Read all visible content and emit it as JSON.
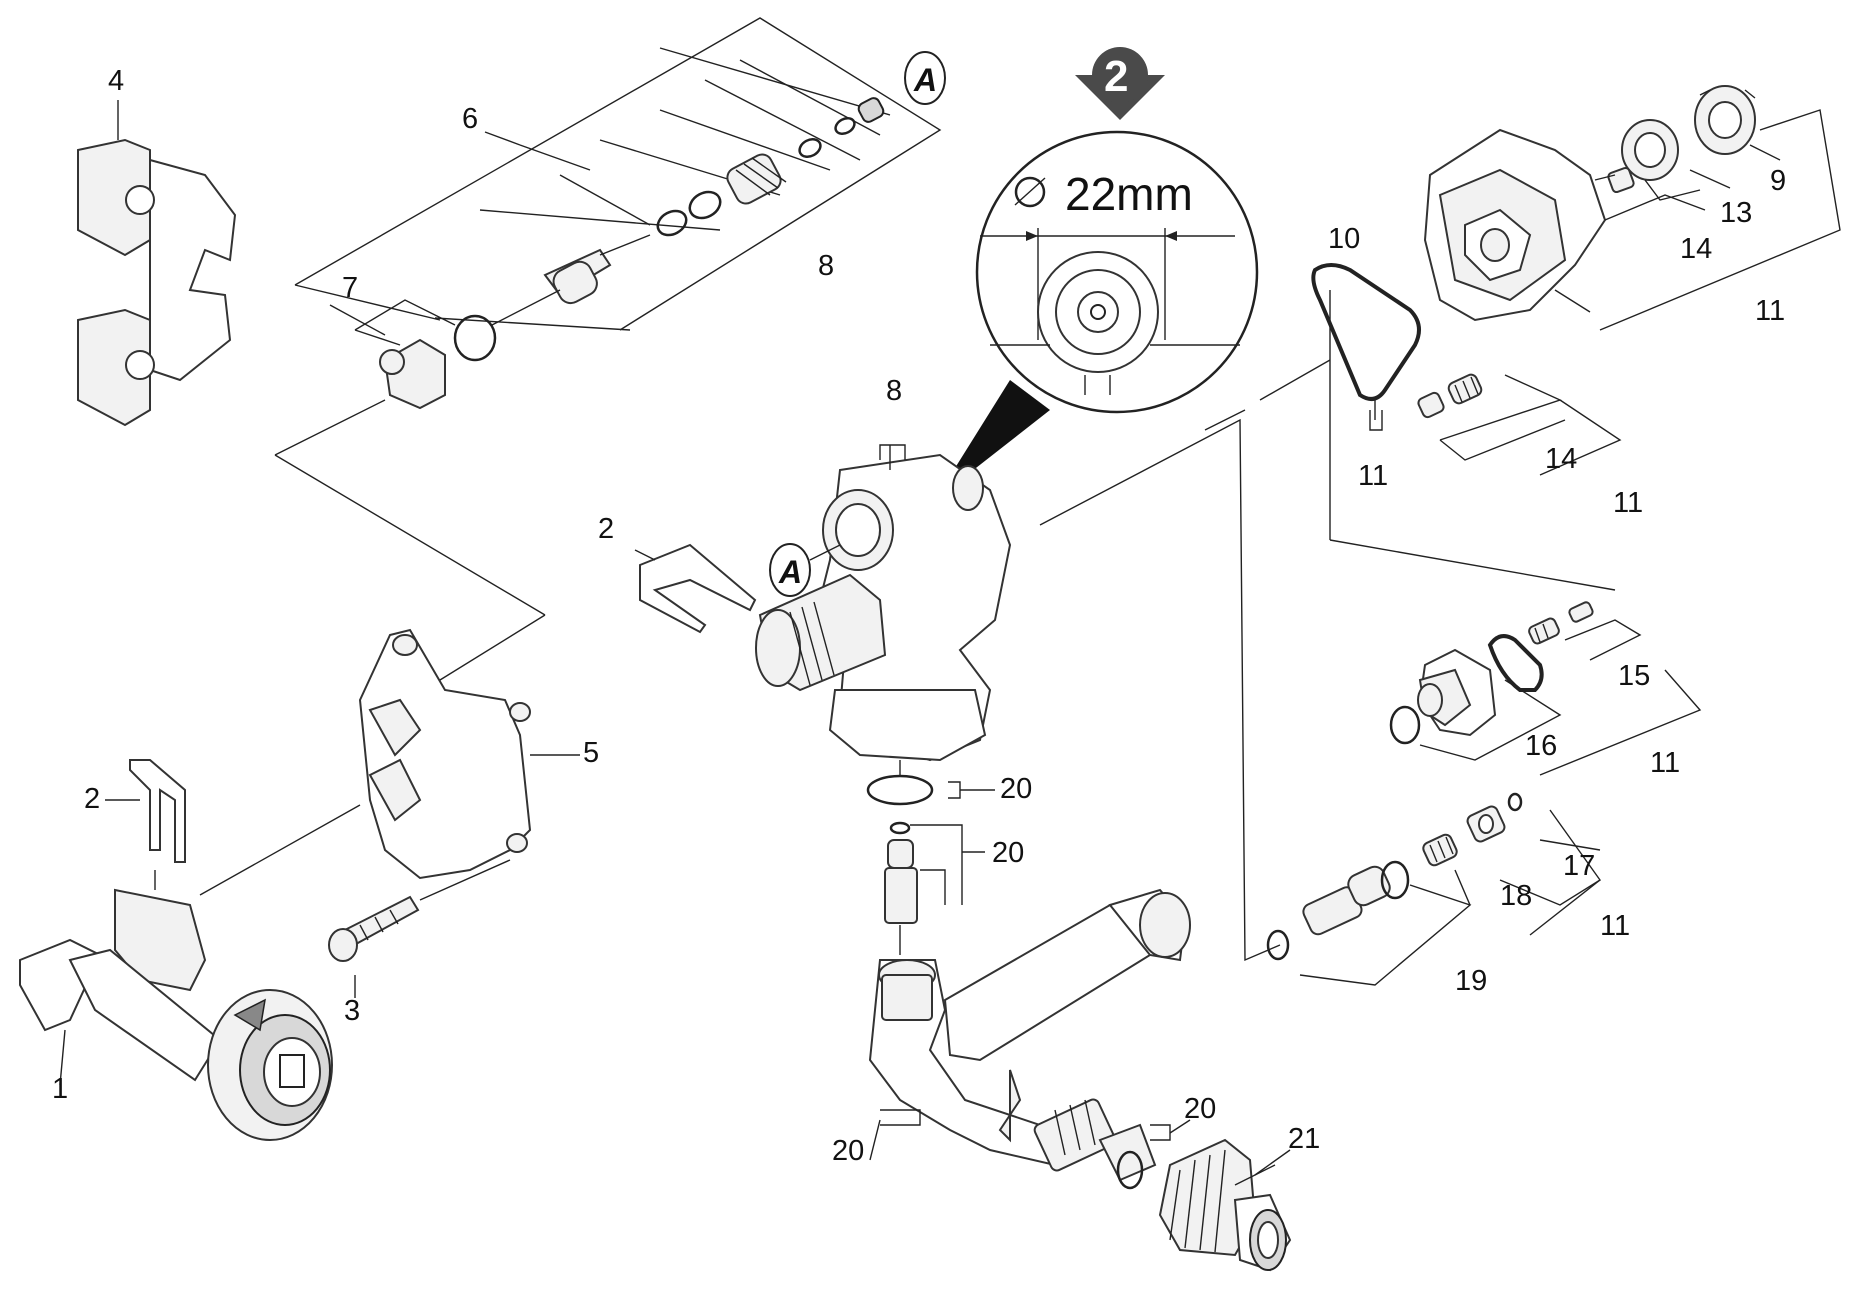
{
  "labels": {
    "p1": "1",
    "p2a": "2",
    "p2b": "2",
    "p3": "3",
    "p4": "4",
    "p5": "5",
    "p6": "6",
    "p7": "7",
    "p8a": "8",
    "p8b": "8",
    "p9": "9",
    "p10": "10",
    "p11a": "11",
    "p11b": "11",
    "p11c": "11",
    "p11d": "11",
    "p11e": "11",
    "p13": "13",
    "p14a": "14",
    "p14b": "14",
    "p15": "15",
    "p16": "16",
    "p17": "17",
    "p18": "18",
    "p19": "19",
    "p20a": "20",
    "p20b": "20",
    "p20c": "20",
    "p20d": "20",
    "p21": "21"
  },
  "callouts": {
    "a1": "A",
    "a2": "A",
    "step": "2"
  },
  "zoom": {
    "dimension": "22mm"
  },
  "colors": {
    "line": "#222222",
    "badge": "#4a4a4a"
  }
}
